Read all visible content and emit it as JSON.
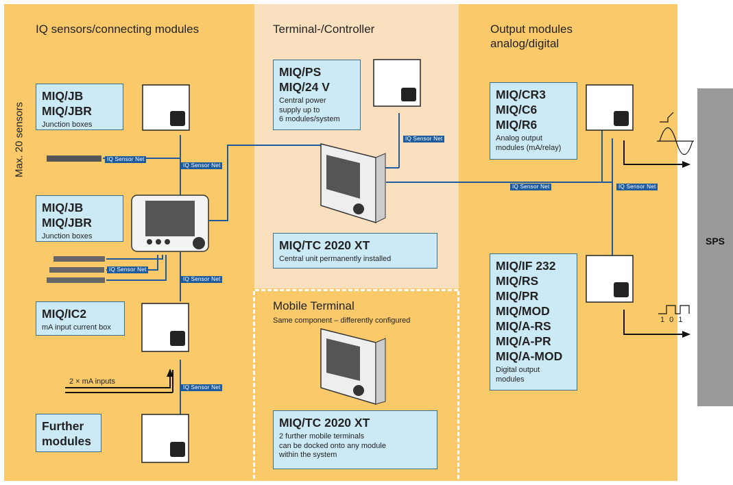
{
  "sections": {
    "sensors_title": "IQ sensors/connecting modules",
    "terminal_title": "Terminal-/Controller",
    "output_title_line1": "Output modules",
    "output_title_line2": "analog/digital",
    "mobile_title": "Mobile Terminal",
    "mobile_subtitle": "Same component – differently configured"
  },
  "vertical_label": "Max. 20 sensors",
  "sps_label": "SPS",
  "net_label": "IQ Sensor Net",
  "modules": {
    "jb1": {
      "line1": "MIQ/JB",
      "line2": "MIQ/JBR",
      "desc": "Junction boxes"
    },
    "jb2": {
      "line1": "MIQ/JB",
      "line2": "MIQ/JBR",
      "desc": "Junction boxes"
    },
    "ic2": {
      "line1": "MIQ/IC2",
      "desc": "mA input current box"
    },
    "further": {
      "line1": "Further",
      "line2": "modules"
    },
    "ps": {
      "line1": "MIQ/PS",
      "line2": "MIQ/24 V",
      "desc1": "Central power",
      "desc2": "supply up to",
      "desc3": "6 modules/system"
    },
    "tc_fixed": {
      "line1": "MIQ/TC 2020 XT",
      "desc": "Central unit permanently installed"
    },
    "tc_mobile": {
      "line1": "MIQ/TC 2020 XT",
      "desc1": "2 further mobile terminals",
      "desc2": "can be docked onto any module",
      "desc3": "within the system"
    },
    "analog": {
      "line1": "MIQ/CR3",
      "line2": "MIQ/C6",
      "line3": "MIQ/R6",
      "desc1": "Analog output",
      "desc2": "modules (mA/relay)"
    },
    "digital": {
      "line1": "MIQ/IF 232",
      "line2": "MIQ/RS",
      "line3": "MIQ/PR",
      "line4": "MIQ/MOD",
      "line5": "MIQ/A-RS",
      "line6": "MIQ/A-PR",
      "line7": "MIQ/A-MOD",
      "desc1": "Digital output",
      "desc2": "modules"
    }
  },
  "ma_inputs_label": "2 × mA inputs",
  "digital_signal_label": "1 0 1",
  "colors": {
    "background": "#f9c96a",
    "terminal_background": "#fbe0c0",
    "box_fill": "#cce9f6",
    "line": "#1e5b9e",
    "sps": "#9a9a9a"
  }
}
